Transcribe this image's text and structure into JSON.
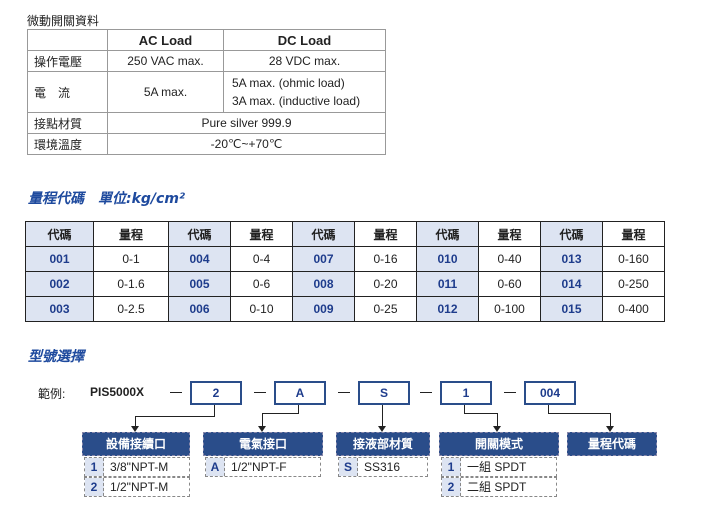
{
  "spec": {
    "title": "微動開關資料",
    "col_ac": "AC Load",
    "col_dc": "DC Load",
    "rows": [
      {
        "label": "操作電壓",
        "ac": "250 VAC max.",
        "dc": "28 VDC max."
      },
      {
        "label": "電　流",
        "ac": "5A max.",
        "dc1": "5A max. (ohmic load)",
        "dc2": "3A max. (inductive load)"
      },
      {
        "label": "接點材質",
        "value": "Pure silver 999.9"
      },
      {
        "label": "環境溫度",
        "value": "-20℃~+70℃"
      }
    ]
  },
  "range": {
    "heading": "量程代碼　單位:kg/cm²",
    "col_code": "代碼",
    "col_range": "量程",
    "rows": [
      [
        [
          "001",
          "0-1"
        ],
        [
          "004",
          "0-4"
        ],
        [
          "007",
          "0-16"
        ],
        [
          "010",
          "0-40"
        ],
        [
          "013",
          "0-160"
        ]
      ],
      [
        [
          "002",
          "0-1.6"
        ],
        [
          "005",
          "0-6"
        ],
        [
          "008",
          "0-20"
        ],
        [
          "011",
          "0-60"
        ],
        [
          "014",
          "0-250"
        ]
      ],
      [
        [
          "003",
          "0-2.5"
        ],
        [
          "006",
          "0-10"
        ],
        [
          "009",
          "0-25"
        ],
        [
          "012",
          "0-100"
        ],
        [
          "015",
          "0-400"
        ]
      ]
    ]
  },
  "model": {
    "heading": "型號選擇",
    "example_label": "範例:",
    "part_number": "PIS5000X",
    "values": [
      "2",
      "A",
      "S",
      "1",
      "004"
    ],
    "groups": [
      {
        "title": "設備接續口",
        "options": [
          [
            "1",
            "3/8\"NPT-M"
          ],
          [
            "2",
            "1/2\"NPT-M"
          ]
        ]
      },
      {
        "title": "電氣接口",
        "options": [
          [
            "A",
            "1/2\"NPT-F"
          ]
        ]
      },
      {
        "title": "接液部材質",
        "options": [
          [
            "S",
            "SS316"
          ]
        ]
      },
      {
        "title": "開關模式",
        "options": [
          [
            "1",
            "一組 SPDT"
          ],
          [
            "2",
            "二組  SPDT"
          ]
        ]
      },
      {
        "title": "量程代碼",
        "options": []
      }
    ]
  }
}
